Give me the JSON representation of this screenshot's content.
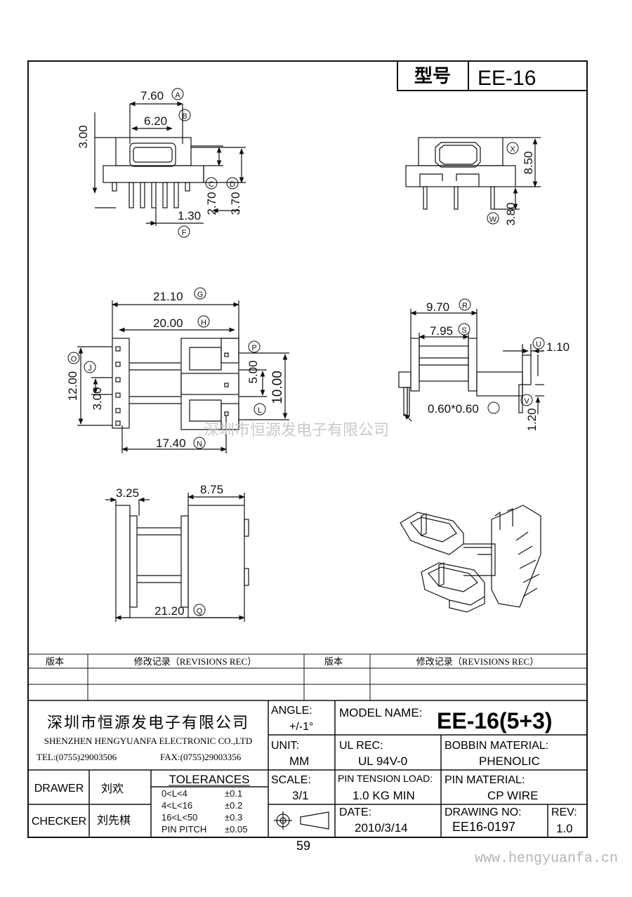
{
  "header": {
    "type_label": "型号",
    "type_value": "EE-16"
  },
  "views": {
    "top_left": {
      "dims": {
        "d1": "7.60",
        "d2": "6.20",
        "d3": "3.00",
        "d4": "2.70",
        "d5": "3.70",
        "d6": "1.30"
      },
      "markers": {
        "m1": "A",
        "m2": "B",
        "m3": "C",
        "m4": "D",
        "m5": "F"
      }
    },
    "top_right": {
      "dims": {
        "d1": "8.50",
        "d2": "3.80"
      },
      "markers": {
        "m1": "X",
        "m2": "W"
      }
    },
    "middle_left": {
      "dims": {
        "d1": "21.10",
        "d2": "20.00",
        "d3": "12.00",
        "d4": "3.00",
        "d5": "5.00",
        "d6": "10.00",
        "d7": "17.40"
      },
      "markers": {
        "m1": "G",
        "m2": "H",
        "m3": "O",
        "m4": "J",
        "m5": "P",
        "m6": "L",
        "m7": "N"
      }
    },
    "middle_right": {
      "dims": {
        "d1": "9.70",
        "d2": "7.95",
        "d3": "1.10",
        "d4": "0.60*0.60",
        "d5": "1.20"
      },
      "markers": {
        "m1": "R",
        "m2": "S",
        "m3": "U",
        "m4": "V"
      }
    },
    "bottom_left": {
      "dims": {
        "d1": "3.25",
        "d2": "8.75",
        "d3": "21.20"
      },
      "markers": {
        "m1": "Q"
      }
    }
  },
  "watermark": {
    "company": "深圳市恒源发电子有限公司",
    "site": "www.hengyuanfa.cn"
  },
  "revisions": {
    "col1": "版本",
    "col2": "修改记录（REVISIONS REC）",
    "col3": "版本",
    "col4": "修改记录（REVISIONS REC）"
  },
  "title_block": {
    "company_cn": "深圳市恒源发电子有限公司",
    "company_en": "SHENZHEN HENGYUANFA ELECTRONIC CO.,LTD",
    "tel": "TEL:(0755)29003506",
    "fax": "FAX:(0755)29003356",
    "angle_label": "ANGLE:",
    "angle_value": "+/-1°",
    "model_label": "MODEL NAME:",
    "model_value": "EE-16(5+3)",
    "unit_label": "UNIT:",
    "unit_value": "MM",
    "ul_label": "UL REC:",
    "ul_value": "UL 94V-0",
    "bobbin_label": "BOBBIN MATERIAL:",
    "bobbin_value": "PHENOLIC",
    "drawer_label": "DRAWER",
    "drawer_value": "刘欢",
    "checker_label": "CHECKER",
    "checker_value": "刘先棋",
    "tol_label": "TOLERANCES",
    "tol_rows": [
      {
        "range": "0<L<4",
        "tol": "±0.1"
      },
      {
        "range": "4<L<16",
        "tol": "±0.2"
      },
      {
        "range": "16<L<50",
        "tol": "±0.3"
      },
      {
        "range": "PIN PITCH",
        "tol": "±0.05"
      }
    ],
    "scale_label": "SCALE:",
    "scale_value": "3/1",
    "pin_tension_label": "PIN TENSION LOAD:",
    "pin_tension_value": "1.0 KG MIN",
    "pin_material_label": "PIN MATERIAL:",
    "pin_material_value": "CP WIRE",
    "date_label": "DATE:",
    "date_value": "2010/3/14",
    "drawing_no_label": "DRAWING NO:",
    "drawing_no_value": "EE16-0197",
    "rev_label": "REV:",
    "rev_value": "1.0"
  },
  "page_number": "59"
}
